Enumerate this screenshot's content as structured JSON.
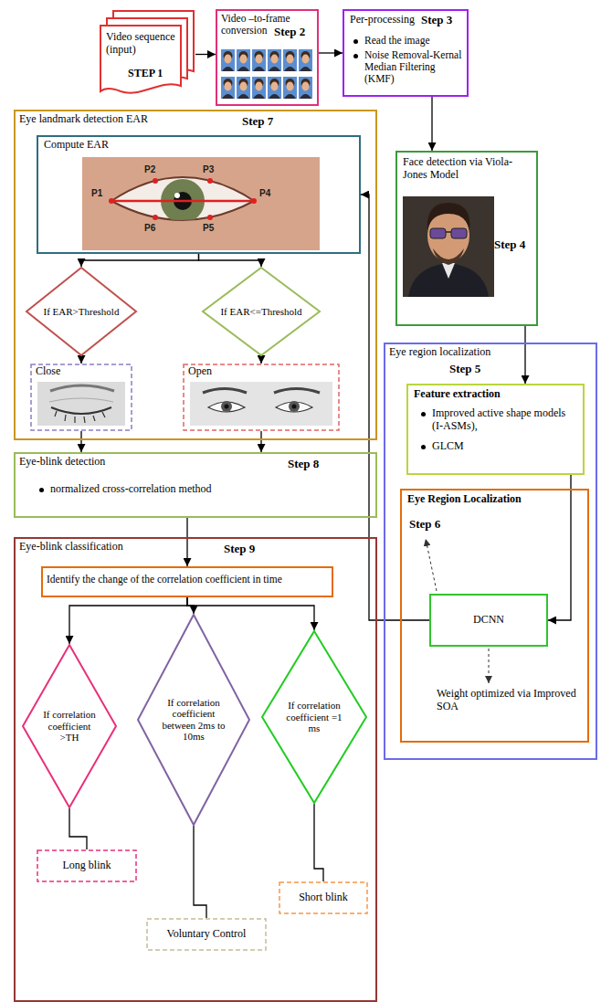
{
  "diagram": {
    "nodes": [
      {
        "text": [
          "Video sequence (input)",
          "STEP 1"
        ]
      },
      {
        "text": [
          "Video –to-frame conversion",
          "Step 2"
        ]
      },
      {
        "text": [
          "Per-processing",
          "Step 3",
          "Read the image",
          "Noise Removal-Kernal Median Filtering (KMF)"
        ]
      },
      {
        "text": [
          "Eye landmark detection EAR",
          "Step 7"
        ]
      },
      {
        "text": [
          "Compute EAR"
        ],
        "in": 3
      },
      {
        "text": [
          "If EAR>Threshold"
        ],
        "in": 3
      },
      {
        "text": [
          "If EAR<=Threshold"
        ],
        "in": 3
      },
      {
        "text": [
          "Close"
        ],
        "in": 3
      },
      {
        "text": [
          "Open"
        ],
        "in": 3
      },
      {
        "text": [
          "Face detection via Viola-Jones Model",
          "Step 4"
        ]
      },
      {
        "text": [
          "Eye region localization",
          "Step 5"
        ]
      },
      {
        "text": [
          "Feature extraction",
          "Improved active shape models (I-ASMs),",
          "GLCM"
        ],
        "in": 10
      },
      {
        "text": [
          "Eye Region Localization",
          "Step 6",
          "Weight optimized via Improved SOA"
        ],
        "in": 10
      },
      {
        "text": [
          "DCNN"
        ],
        "in": 12
      },
      {
        "text": [
          "Eye-blink detection",
          "Step 8",
          "normalized cross-correlation method"
        ]
      },
      {
        "text": [
          "Eye-blink classification",
          "Step 9"
        ]
      },
      {
        "text": [
          "Identify the change of the correlation coefficient in time"
        ],
        "in": 15
      },
      {
        "text": [
          "If correlation coefficient >TH"
        ],
        "in": 15
      },
      {
        "text": [
          "If correlation coefficient between 2ms to 10ms"
        ],
        "in": 15
      },
      {
        "text": [
          "If correlation coefficient =1 ms"
        ],
        "in": 15
      },
      {
        "text": [
          "Long blink"
        ],
        "in": 15
      },
      {
        "text": [
          "Voluntary Control"
        ],
        "in": 15
      },
      {
        "text": [
          "Short blink"
        ],
        "in": 15
      }
    ],
    "edges": [
      {
        "from": 0,
        "to": 1,
        "arrow": "to"
      },
      {
        "from": 1,
        "to": 2,
        "arrow": "to"
      },
      {
        "from": 2,
        "to": 9,
        "arrow": "to"
      },
      {
        "from": 9,
        "to": 11,
        "arrow": "to"
      },
      {
        "from": 11,
        "to": 13,
        "arrow": "to"
      },
      {
        "from": 13,
        "to": 4,
        "arrow": "to"
      },
      {
        "from": 4,
        "to": 5,
        "arrow": "to"
      },
      {
        "from": 4,
        "to": 6,
        "arrow": "to"
      },
      {
        "from": 5,
        "to": 7,
        "arrow": "to"
      },
      {
        "from": 6,
        "to": 8,
        "arrow": "to"
      },
      {
        "from": 7,
        "to": 14,
        "arrow": "to"
      },
      {
        "from": 8,
        "to": 14,
        "arrow": "to"
      },
      {
        "from": 14,
        "to": 16,
        "arrow": "to"
      },
      {
        "from": 16,
        "to": 17,
        "arrow": "to"
      },
      {
        "from": 16,
        "to": 18,
        "arrow": "to"
      },
      {
        "from": 16,
        "to": 19,
        "arrow": "to"
      },
      {
        "from": 17,
        "to": 20,
        "arrow": "none"
      },
      {
        "from": 18,
        "to": 21,
        "arrow": "none"
      },
      {
        "from": 19,
        "to": 22,
        "arrow": "none"
      }
    ],
    "labels": [
      "P1",
      "P2",
      "P3",
      "P4",
      "P5",
      "P6"
    ]
  }
}
